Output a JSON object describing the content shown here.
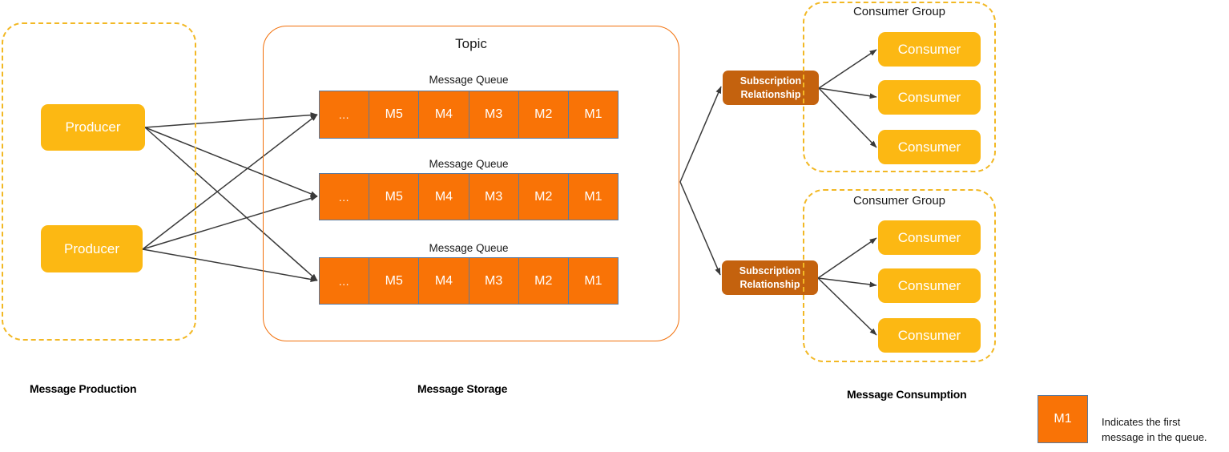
{
  "diagram": {
    "title_topic": "Topic",
    "stages": [
      {
        "label": "Message Production"
      },
      {
        "label": "Message Storage"
      },
      {
        "label": "Message Consumption"
      }
    ],
    "producers": [
      {
        "label": "Producer"
      },
      {
        "label": "Producer"
      }
    ],
    "queues": [
      {
        "label": "Message Queue",
        "cells": [
          "…",
          "M5",
          "M4",
          "M3",
          "M2",
          "M1"
        ]
      },
      {
        "label": "Message Queue",
        "cells": [
          "…",
          "M5",
          "M4",
          "M3",
          "M2",
          "M1"
        ]
      },
      {
        "label": "Message Queue",
        "cells": [
          "…",
          "M5",
          "M4",
          "M3",
          "M2",
          "M1"
        ]
      }
    ],
    "subscriptions": [
      {
        "line1": "Subscription",
        "line2": "Relationship"
      },
      {
        "line1": "Subscription",
        "line2": "Relationship"
      }
    ],
    "consumer_groups": [
      {
        "title": "Consumer Group",
        "consumers": [
          {
            "label": "Consumer"
          },
          {
            "label": "Consumer"
          },
          {
            "label": "Consumer"
          }
        ]
      },
      {
        "title": "Consumer Group",
        "consumers": [
          {
            "label": "Consumer"
          },
          {
            "label": "Consumer"
          },
          {
            "label": "Consumer"
          }
        ]
      }
    ],
    "legend": {
      "swatch_label": "M1",
      "description": "Indicates the first\nmessage in the queue."
    },
    "colors": {
      "producer_fill": "#FCB813",
      "consumer_fill": "#FCB813",
      "queue_cell_fill": "#F97306",
      "queue_cell_border": "#5B7A9E",
      "subscription_fill": "#C4620E",
      "group_dash": "#F2B824",
      "topic_border": "#F2700A",
      "arrow": "#3A3A3A",
      "text_dark": "#1a1a1a"
    }
  }
}
